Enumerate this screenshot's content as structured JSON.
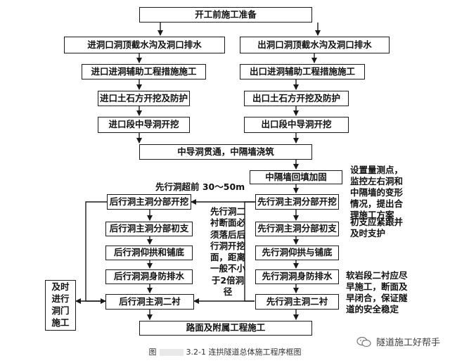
{
  "nodes": {
    "prep": "开工前施工准备",
    "entry_drain": "进洞口洞顶截水沟及洞口排水",
    "exit_drain": "出洞口洞顶截水沟及洞口排水",
    "entry_aux": "进口进洞辅助工程措施施工",
    "exit_aux": "出口进洞辅助工程措施施工",
    "entry_earth": "进口土石方开挖及防护",
    "exit_earth": "出口土石方开挖及防护",
    "entry_pilot": "进口段中导洞开挖",
    "exit_pilot": "出口段中导洞开挖",
    "pilot_through": "中导洞贯通，中隔墙浇筑",
    "wall_backfill": "中隔墙回填加固",
    "lead_excav": "先行洞主洞分部开挖",
    "lead_support": "先行洞主洞分部初支",
    "lead_invert": "先行洞仰拱与铺底",
    "lead_waterproof": "先行洞洞身防排水",
    "lead_lining": "先行洞主洞二衬",
    "follow_excav": "后行洞主洞分部开挖",
    "follow_support": "后行洞主洞分部初支",
    "follow_invert": "后行洞仰拱和铺底",
    "follow_waterproof": "后行洞洞身防排水",
    "follow_lining": "后行洞主洞二衬",
    "portal": "及时进行洞门施工",
    "road": "路面及附属工程施工"
  },
  "notes": {
    "lead_ahead": "先行洞超前 30～50m",
    "monitor": "设置量测点，监控左右洞和中隔墙的变形情况，提出合理施工方案",
    "support_timely": "初支应紧跟并及时支护",
    "lining_rule": "先行洞二衬断面必须落后后行洞开挖面，距离一般不小于2倍洞径",
    "soft_rock": "软岩段二衬应尽早施工，断面及早闭合，保证隧道的安全稳定"
  },
  "caption": {
    "prefix": "图",
    "number": "3.2-1",
    "title": "连拱隧道总体施工程序框图"
  },
  "watermark": "隧道施工好帮手"
}
